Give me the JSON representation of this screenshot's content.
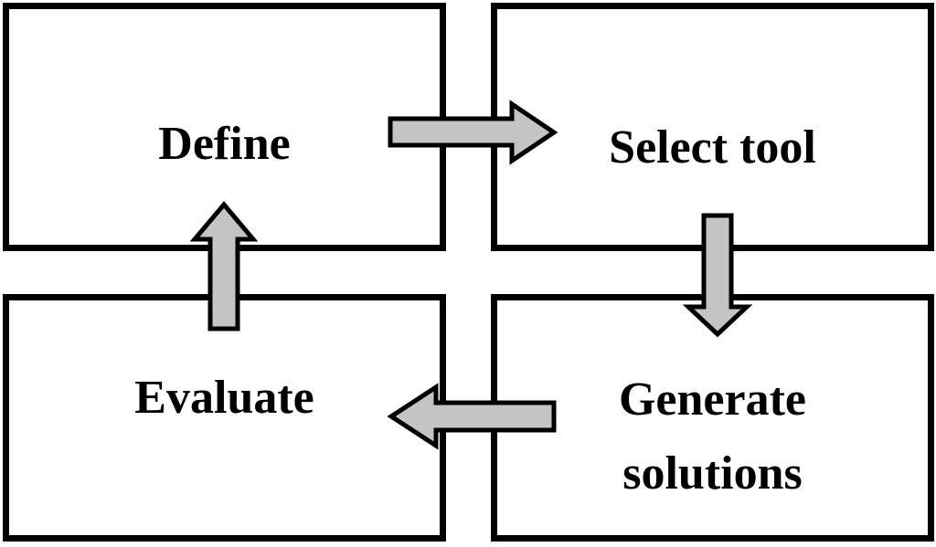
{
  "diagram": {
    "boxes": [
      {
        "id": "define",
        "label": "Define"
      },
      {
        "id": "select-tool",
        "label": "Select tool"
      },
      {
        "id": "evaluate",
        "label": "Evaluate"
      },
      {
        "id": "generate-solutions",
        "label": "Generate solutions"
      }
    ],
    "arrows": [
      {
        "name": "arrow-define-to-select-tool",
        "direction": "right",
        "from": "Define",
        "to": "Select tool"
      },
      {
        "name": "arrow-select-tool-to-generate-solutions",
        "direction": "down",
        "from": "Select tool",
        "to": "Generate solutions"
      },
      {
        "name": "arrow-generate-solutions-to-evaluate",
        "direction": "left",
        "from": "Generate solutions",
        "to": "Evaluate"
      },
      {
        "name": "arrow-evaluate-to-define",
        "direction": "up",
        "from": "Evaluate",
        "to": "Define"
      }
    ],
    "colors": {
      "background": "#ffffff",
      "box_fill": "#ffffff",
      "box_border": "#000000",
      "arrow_fill": "#c4c4c4",
      "arrow_outline": "#000000",
      "text": "#000000"
    }
  }
}
